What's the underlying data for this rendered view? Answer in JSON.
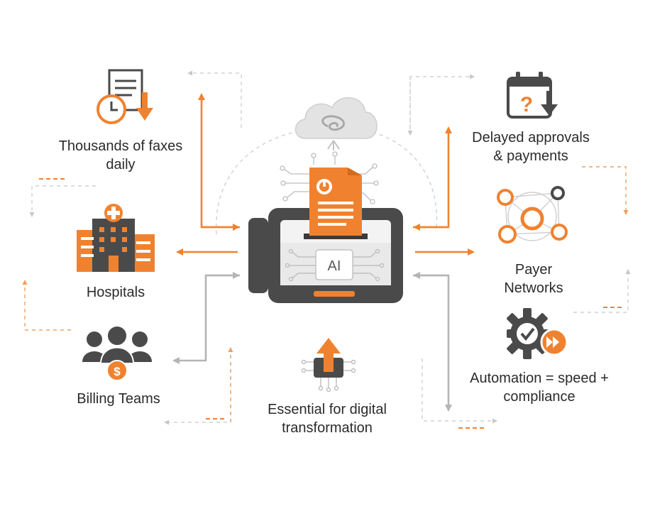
{
  "colors": {
    "accent": "#F0822F",
    "dark": "#4a4a4a",
    "gray": "#b5b5b5",
    "light_gray": "#d6d6d6"
  },
  "center": {
    "screen_text": "AI"
  },
  "nodes": {
    "faxes": {
      "line1": "Thousands of faxes",
      "line2": "daily",
      "icon": "fax-clock-icon"
    },
    "hospitals": {
      "line1": "Hospitals",
      "icon": "hospital-icon"
    },
    "billing": {
      "line1": "Billing Teams",
      "icon": "billing-team-icon"
    },
    "delayed": {
      "line1": "Delayed approvals",
      "line2": "& payments",
      "icon": "calendar-question-icon"
    },
    "payer": {
      "line1": "Payer",
      "line2": "Networks",
      "icon": "network-icon"
    },
    "automation": {
      "line1": "Automation = speed +",
      "line2": "compliance",
      "icon": "gear-fast-forward-icon"
    },
    "digital": {
      "line1": "Essential for digital",
      "line2": "transformation",
      "icon": "chip-upload-icon"
    }
  }
}
